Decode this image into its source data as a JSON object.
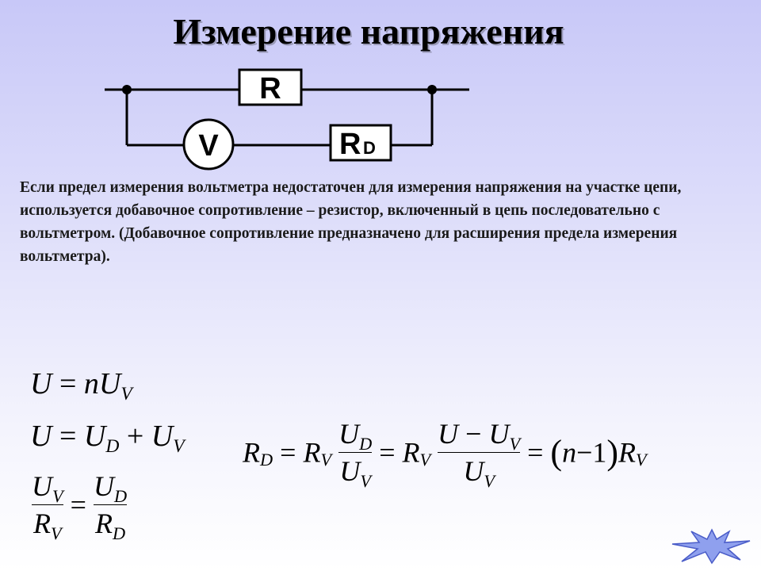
{
  "slide": {
    "title": "Измерение напряжения",
    "description": "Если предел измерения вольтметра недостаточен для измерения напряжения на участке цепи, используется добавочное сопротивление – резистор, включенный в цепь последовательно с вольтметром. (Добавочное сопротивление предназначено для расширения предела измерения вольтметра)."
  },
  "circuit": {
    "resistor_label": "R",
    "voltmeter_label": "V",
    "extra_resistor_label": "R",
    "extra_resistor_sub": "D"
  },
  "formulas": {
    "f1": {
      "lhs": "U",
      "eq": "=",
      "n": "n",
      "u": "U",
      "sub_v": "V"
    },
    "f2": {
      "lhs": "U",
      "eq": "=",
      "u1": "U",
      "sub1": "D",
      "plus": "+",
      "u2": "U",
      "sub2": "V"
    },
    "f3": {
      "num1": "U",
      "num1_sub": "V",
      "den1": "R",
      "den1_sub": "V",
      "eq": "=",
      "num2": "U",
      "num2_sub": "D",
      "den2": "R",
      "den2_sub": "D"
    },
    "f4": {
      "lhs": "R",
      "lhs_sub": "D",
      "eq1": "=",
      "r1": "R",
      "r1_sub": "V",
      "frac1_num": "U",
      "frac1_num_sub": "D",
      "frac1_den": "U",
      "frac1_den_sub": "V",
      "eq2": "=",
      "r2": "R",
      "r2_sub": "V",
      "frac2_num_a": "U",
      "frac2_minus": "−",
      "frac2_num_b": "U",
      "frac2_num_b_sub": "V",
      "frac2_den": "U",
      "frac2_den_sub": "V",
      "eq3": "=",
      "paren_open": "(",
      "n": "n",
      "minus": "−",
      "one": "1",
      "paren_close": ")",
      "r3": "R",
      "r3_sub": "V"
    }
  },
  "colors": {
    "logo_fill": "#8fa0ee",
    "logo_stroke": "#4a5cc8"
  },
  "icons": {
    "logo": "star-burst-icon"
  }
}
